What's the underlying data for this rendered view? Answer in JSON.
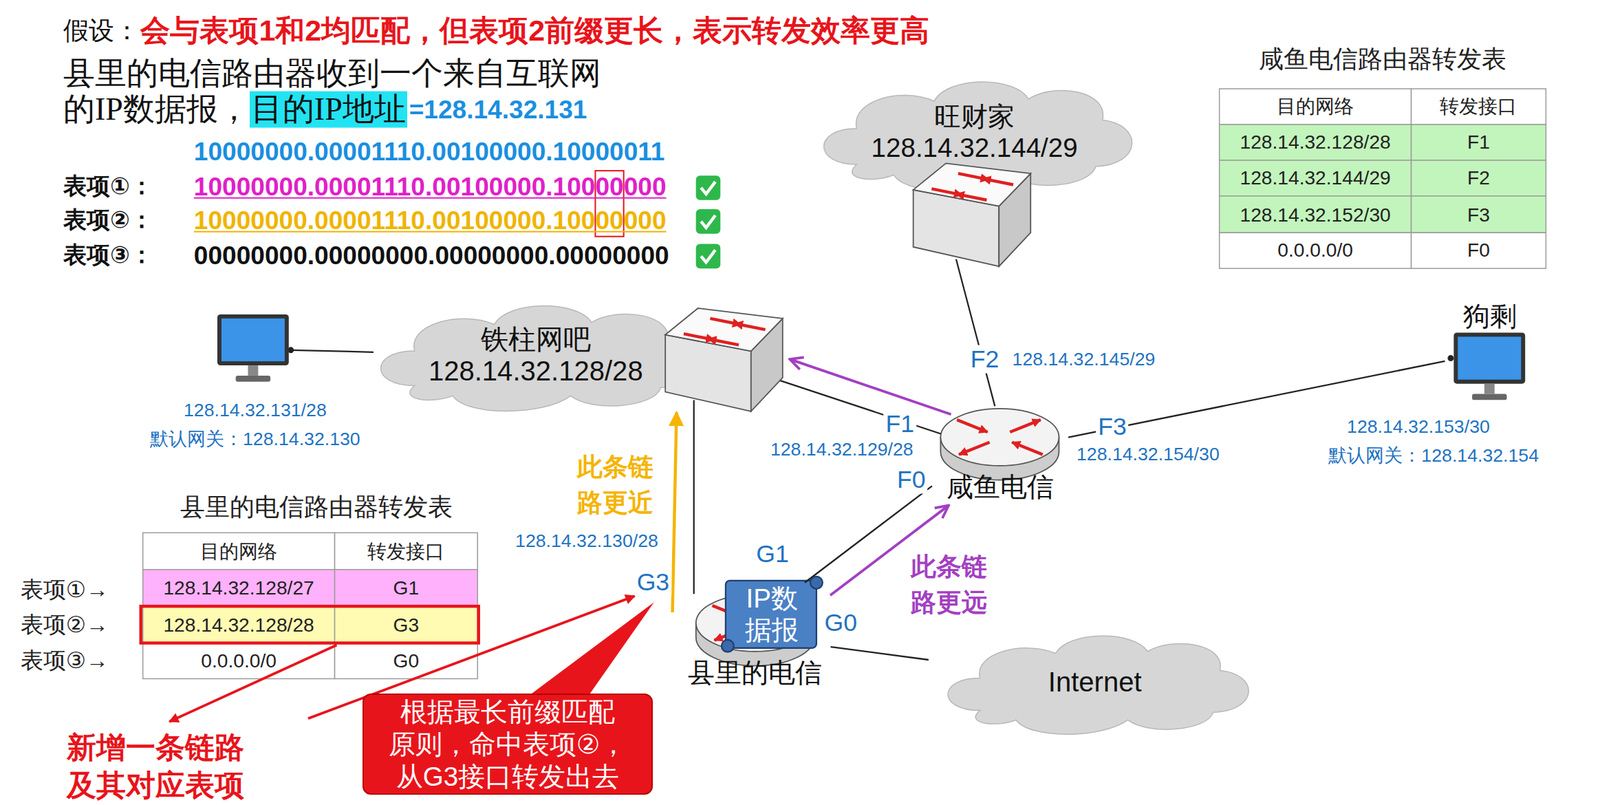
{
  "diagram": {
    "nodes": [
      {
        "text": [
          "旺财家",
          "128.14.32.144/29"
        ]
      },
      {
        "text": [
          "铁柱网吧",
          "128.14.32.128/28"
        ]
      },
      {
        "text": [
          "狗剩"
        ]
      },
      {
        "text": [
          "咸鱼电信"
        ]
      },
      {
        "text": [
          "县里的电信"
        ]
      },
      {
        "text": [
          "IP数 据报"
        ]
      },
      {
        "text": [
          "Internet"
        ]
      },
      {
        "text": [
          "根据最长前缀匹配 原则，命中表项②， 从G3接口转发出去"
        ]
      }
    ],
    "edges": [
      {
        "from": 3,
        "to": 2,
        "arrow": "none"
      },
      {
        "from": 4,
        "to": 3,
        "arrow": "none"
      },
      {
        "from": 4,
        "to": 3,
        "arrow": "to"
      },
      {
        "from": 4,
        "to": 6,
        "arrow": "none"
      }
    ],
    "labels": [
      "假设：",
      "会与表项1和2均匹配，但表项2前缀更长，表示转发效率更高",
      "县里的电信路由器收到一个来自互联网",
      "的IP数据报，",
      "目的IP地址",
      "=128.14.32.131",
      "10000000.00001110.00100000.10000011",
      "表项①：",
      "10000000.00001110.00100000.10000000",
      "表项②：",
      "10000000.00001110.00100000.10000000",
      "表项③：",
      "00000000.00000000.00000000.00000000",
      "咸鱼电信路由器转发表",
      "目的网络",
      "转发接口",
      "128.14.32.128/28",
      "F1",
      "128.14.32.144/29",
      "F2",
      "128.14.32.152/30",
      "F3",
      "0.0.0.0/0",
      "F0",
      "F2",
      "128.14.32.145/29",
      "F1",
      "128.14.32.129/28",
      "F3",
      "128.14.32.154/30",
      "128.14.32.153/30",
      "默认网关：128.14.32.154",
      "128.14.32.131/28",
      "默认网关：128.14.32.130",
      "此条链 路更近",
      "此条链 路更远",
      "128.14.32.130/28",
      "G3",
      "G1",
      "F0",
      "G0",
      "县里的电信路由器转发表",
      "目的网络",
      "转发接口",
      "128.14.32.128/27",
      "G1",
      "128.14.32.128/28",
      "G3",
      "0.0.0.0/0",
      "G0",
      "表项①→",
      "表项②→",
      "表项③→",
      "新增一条链路 及其对应表项"
    ]
  }
}
